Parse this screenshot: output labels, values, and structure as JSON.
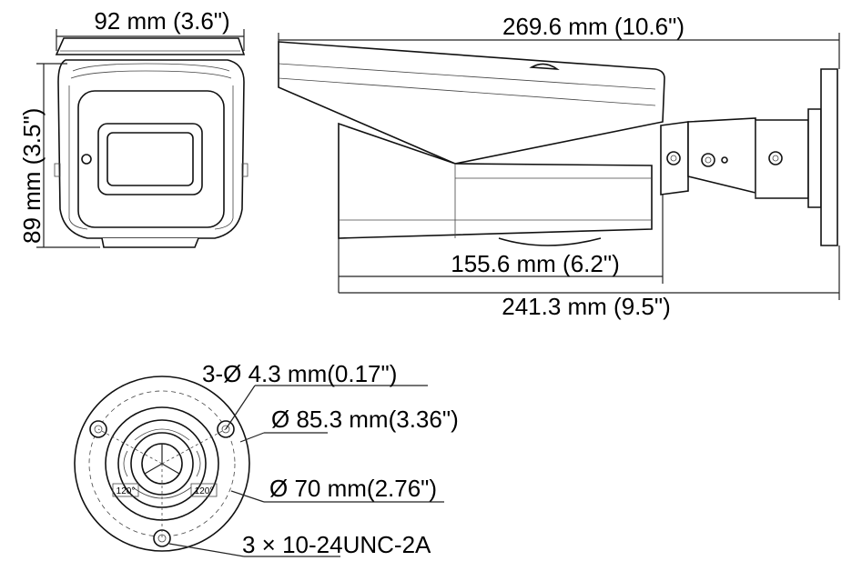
{
  "dimensions": {
    "front_width": "92 mm (3.6\")",
    "front_height": "89 mm (3.5\")",
    "side_total_length": "269.6 mm (10.6\")",
    "side_body_length": "155.6 mm (6.2\")",
    "side_overall_length": "241.3 mm (9.5\")"
  },
  "base": {
    "screw_holes": "3-Ø 4.3 mm(0.17\")",
    "outer_diameter": "Ø 85.3 mm(3.36\")",
    "bolt_circle": "Ø 70 mm(2.76\")",
    "thread": "3 × 10-24UNC-2A",
    "angle_left": "120°",
    "angle_right": "120°"
  }
}
